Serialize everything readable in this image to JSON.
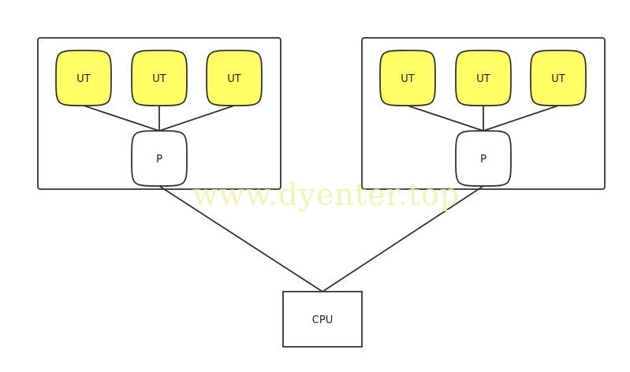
{
  "diagram": {
    "groups": [
      {
        "children": [
          "UT",
          "UT",
          "UT"
        ],
        "parent": "P"
      },
      {
        "children": [
          "UT",
          "UT",
          "UT"
        ],
        "parent": "P"
      }
    ],
    "root": "CPU"
  },
  "watermark": "www.dyenter.top",
  "colors": {
    "ut_fill": "#ffff66",
    "p_fill": "#ffffff",
    "stroke": "#333333",
    "box_stroke": "#333333",
    "cpu_fill": "#ffffff"
  }
}
